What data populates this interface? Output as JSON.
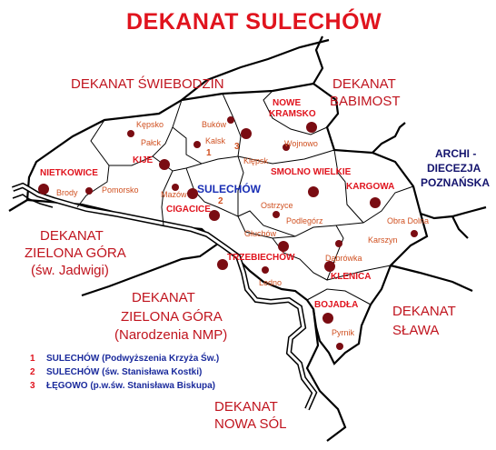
{
  "title": "DEKANAT  SULECHÓW",
  "neighbors": {
    "swiebodzin": "DEKANAT ŚWIEBODZIN",
    "babimost_1": "DEKANAT",
    "babimost_2": "BABIMOST",
    "archdiocese_1": "ARCHI -",
    "archdiocese_2": "DIECEZJA",
    "archdiocese_3": "POZNAŃSKA",
    "zg_jadwigi_1": "DEKANAT",
    "zg_jadwigi_2": "ZIELONA GÓRA",
    "zg_jadwigi_3": "(św. Jadwigi)",
    "zg_nmp_1": "DEKANAT",
    "zg_nmp_2": "ZIELONA GÓRA",
    "zg_nmp_3": "(Narodzenia NMP)",
    "slawa_1": "DEKANAT",
    "slawa_2": "SŁAWA",
    "nowa_sol_1": "DEKANAT",
    "nowa_sol_2": "NOWA SÓL"
  },
  "parishes": {
    "nowe_kramsko_1": "NOWE",
    "nowe_kramsko_2": "KRAMSKO",
    "nietkowice": "NIETKOWICE",
    "kije": "KIJE",
    "smolno": "SMOLNO WIELKIE",
    "kargowa": "KARGOWA",
    "cigacice": "CIGACICE",
    "trzebiechow": "TRZEBIECHÓW",
    "klenica": "KLENICA",
    "bojadla": "BOJADŁA"
  },
  "town": "SULECHÓW",
  "villages": {
    "kepsko": "Kępsko",
    "bukow": "Buków",
    "palck": "Pałck",
    "kalsk": "Kalsk",
    "wojnowo": "Wojnowo",
    "klepsk": "Klępsk",
    "brody": "Brody",
    "pomorsko": "Pomorsko",
    "mazow": "Mazów",
    "ostrzyce": "Ostrzyce",
    "podlegorz": "Podlegórz",
    "obra_dolna": "Obra Dolna",
    "karszyn": "Karszyn",
    "gluchow": "Głuchów",
    "dabrowka": "Dąbrówka",
    "ledno": "Ledno",
    "pyrnik": "Pyrnik"
  },
  "numbers": {
    "n1": "1",
    "n2": "2",
    "n3": "3"
  },
  "legend": [
    {
      "num": "1",
      "text": "SULECHÓW (Podwyższenia Krzyża Św.)"
    },
    {
      "num": "2",
      "text": "SULECHÓW (św. Stanisława Kostki)"
    },
    {
      "num": "3",
      "text": "ŁĘGOWO  (p.w.św. Stanisława Biskupa)"
    }
  ],
  "colors": {
    "title": "#e0141e",
    "deanery": "#c0141e",
    "archdiocese": "#14146e",
    "town": "#1a2fb5",
    "legend_text": "#1a2a9c",
    "marker": "#7a0c12"
  }
}
